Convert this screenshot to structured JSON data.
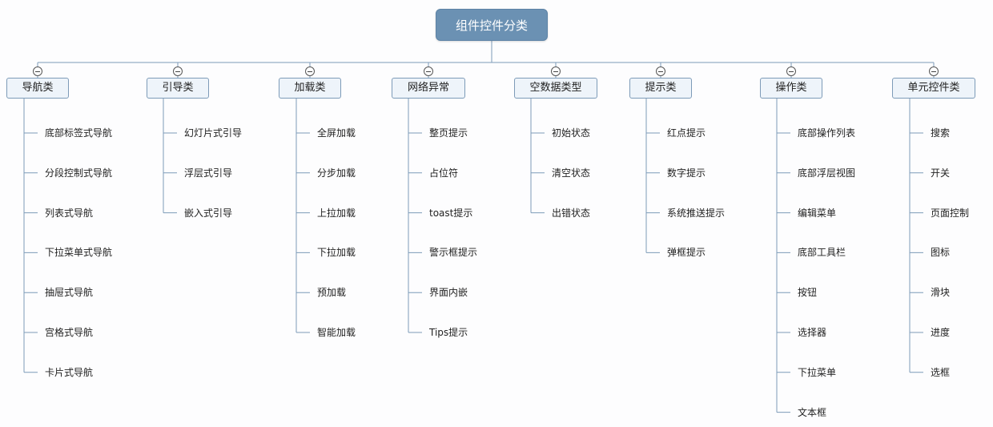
{
  "root": {
    "label": "组件控件分类"
  },
  "branches": [
    {
      "label": "导航类",
      "children": [
        "底部标签式导航",
        "分段控制式导航",
        "列表式导航",
        "下拉菜单式导航",
        "抽屉式导航",
        "宫格式导航",
        "卡片式导航"
      ]
    },
    {
      "label": "引导类",
      "children": [
        "幻灯片式引导",
        "浮层式引导",
        "嵌入式引导"
      ]
    },
    {
      "label": "加载类",
      "children": [
        "全屏加载",
        "分步加载",
        "上拉加载",
        "下拉加载",
        "预加载",
        "智能加载"
      ]
    },
    {
      "label": "网络异常",
      "children": [
        "整页提示",
        "占位符",
        "toast提示",
        "警示框提示",
        "界面内嵌",
        "Tips提示"
      ]
    },
    {
      "label": "空数据类型",
      "children": [
        "初始状态",
        "清空状态",
        "出错状态"
      ]
    },
    {
      "label": "提示类",
      "children": [
        "红点提示",
        "数字提示",
        "系统推送提示",
        "弹框提示"
      ]
    },
    {
      "label": "操作类",
      "children": [
        "底部操作列表",
        "底部浮层视图",
        "编辑菜单",
        "底部工具栏",
        "按钮",
        "选择器",
        "下拉菜单",
        "文本框"
      ]
    },
    {
      "label": "单元控件类",
      "children": [
        "搜索",
        "开关",
        "页面控制",
        "图标",
        "滑块",
        "进度",
        "选框"
      ]
    }
  ],
  "colors": {
    "root_fill": "#6b91b3",
    "branch_fill": "#eef4fa",
    "branch_border": "#7d9bb8",
    "connector": "#7d9bb8"
  }
}
